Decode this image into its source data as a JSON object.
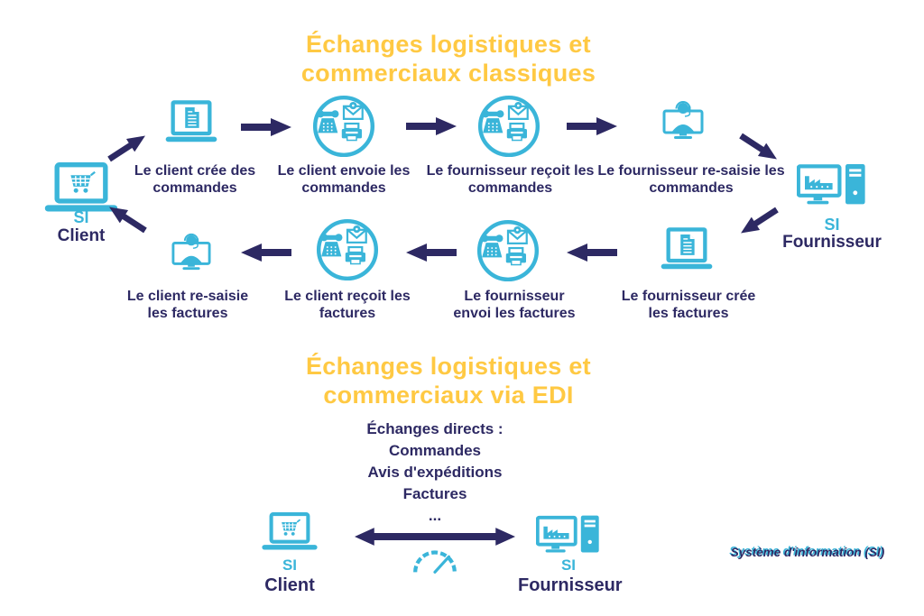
{
  "colors": {
    "cyan": "#3AB5D9",
    "navy": "#2D2963",
    "yellow": "#FFC943"
  },
  "classic": {
    "title_line1": "Échanges logistiques et",
    "title_line2": "commerciaux classiques",
    "si_client": {
      "abbr": "SI",
      "name": "Client"
    },
    "si_fournisseur": {
      "abbr": "SI",
      "name": "Fournisseur"
    },
    "steps": [
      {
        "label": "Le client crée des commandes"
      },
      {
        "label": "Le client envoie les commandes"
      },
      {
        "label": "Le fournisseur reçoit les commandes"
      },
      {
        "label": "Le fournisseur re-saisie les commandes"
      },
      {
        "label": "Le fournisseur crée les factures"
      },
      {
        "label": "Le fournisseur envoi les factures"
      },
      {
        "label": "Le client reçoit les factures"
      },
      {
        "label": "Le client re-saisie les factures"
      }
    ]
  },
  "edi": {
    "title_line1": "Échanges logistiques et",
    "title_line2": "commerciaux via EDI",
    "details": [
      "Échanges directs :",
      "Commandes",
      "Avis d'expéditions",
      "Factures",
      "..."
    ],
    "si_client": {
      "abbr": "SI",
      "name": "Client"
    },
    "si_fournisseur": {
      "abbr": "SI",
      "name": "Fournisseur"
    }
  },
  "footnote": "Système d'information (SI)",
  "icons": {
    "laptop_cart": "laptop-shopping-icon",
    "laptop_document": "laptop-document-icon",
    "comm_circle": "phone-mail-fax-circle-icon",
    "operator": "operator-computer-icon",
    "desktop_pc": "desktop-computer-tower-icon",
    "speedometer": "speedometer-icon",
    "arrow": "flow-arrow-icon",
    "double_arrow": "bidirectional-arrow-icon"
  }
}
